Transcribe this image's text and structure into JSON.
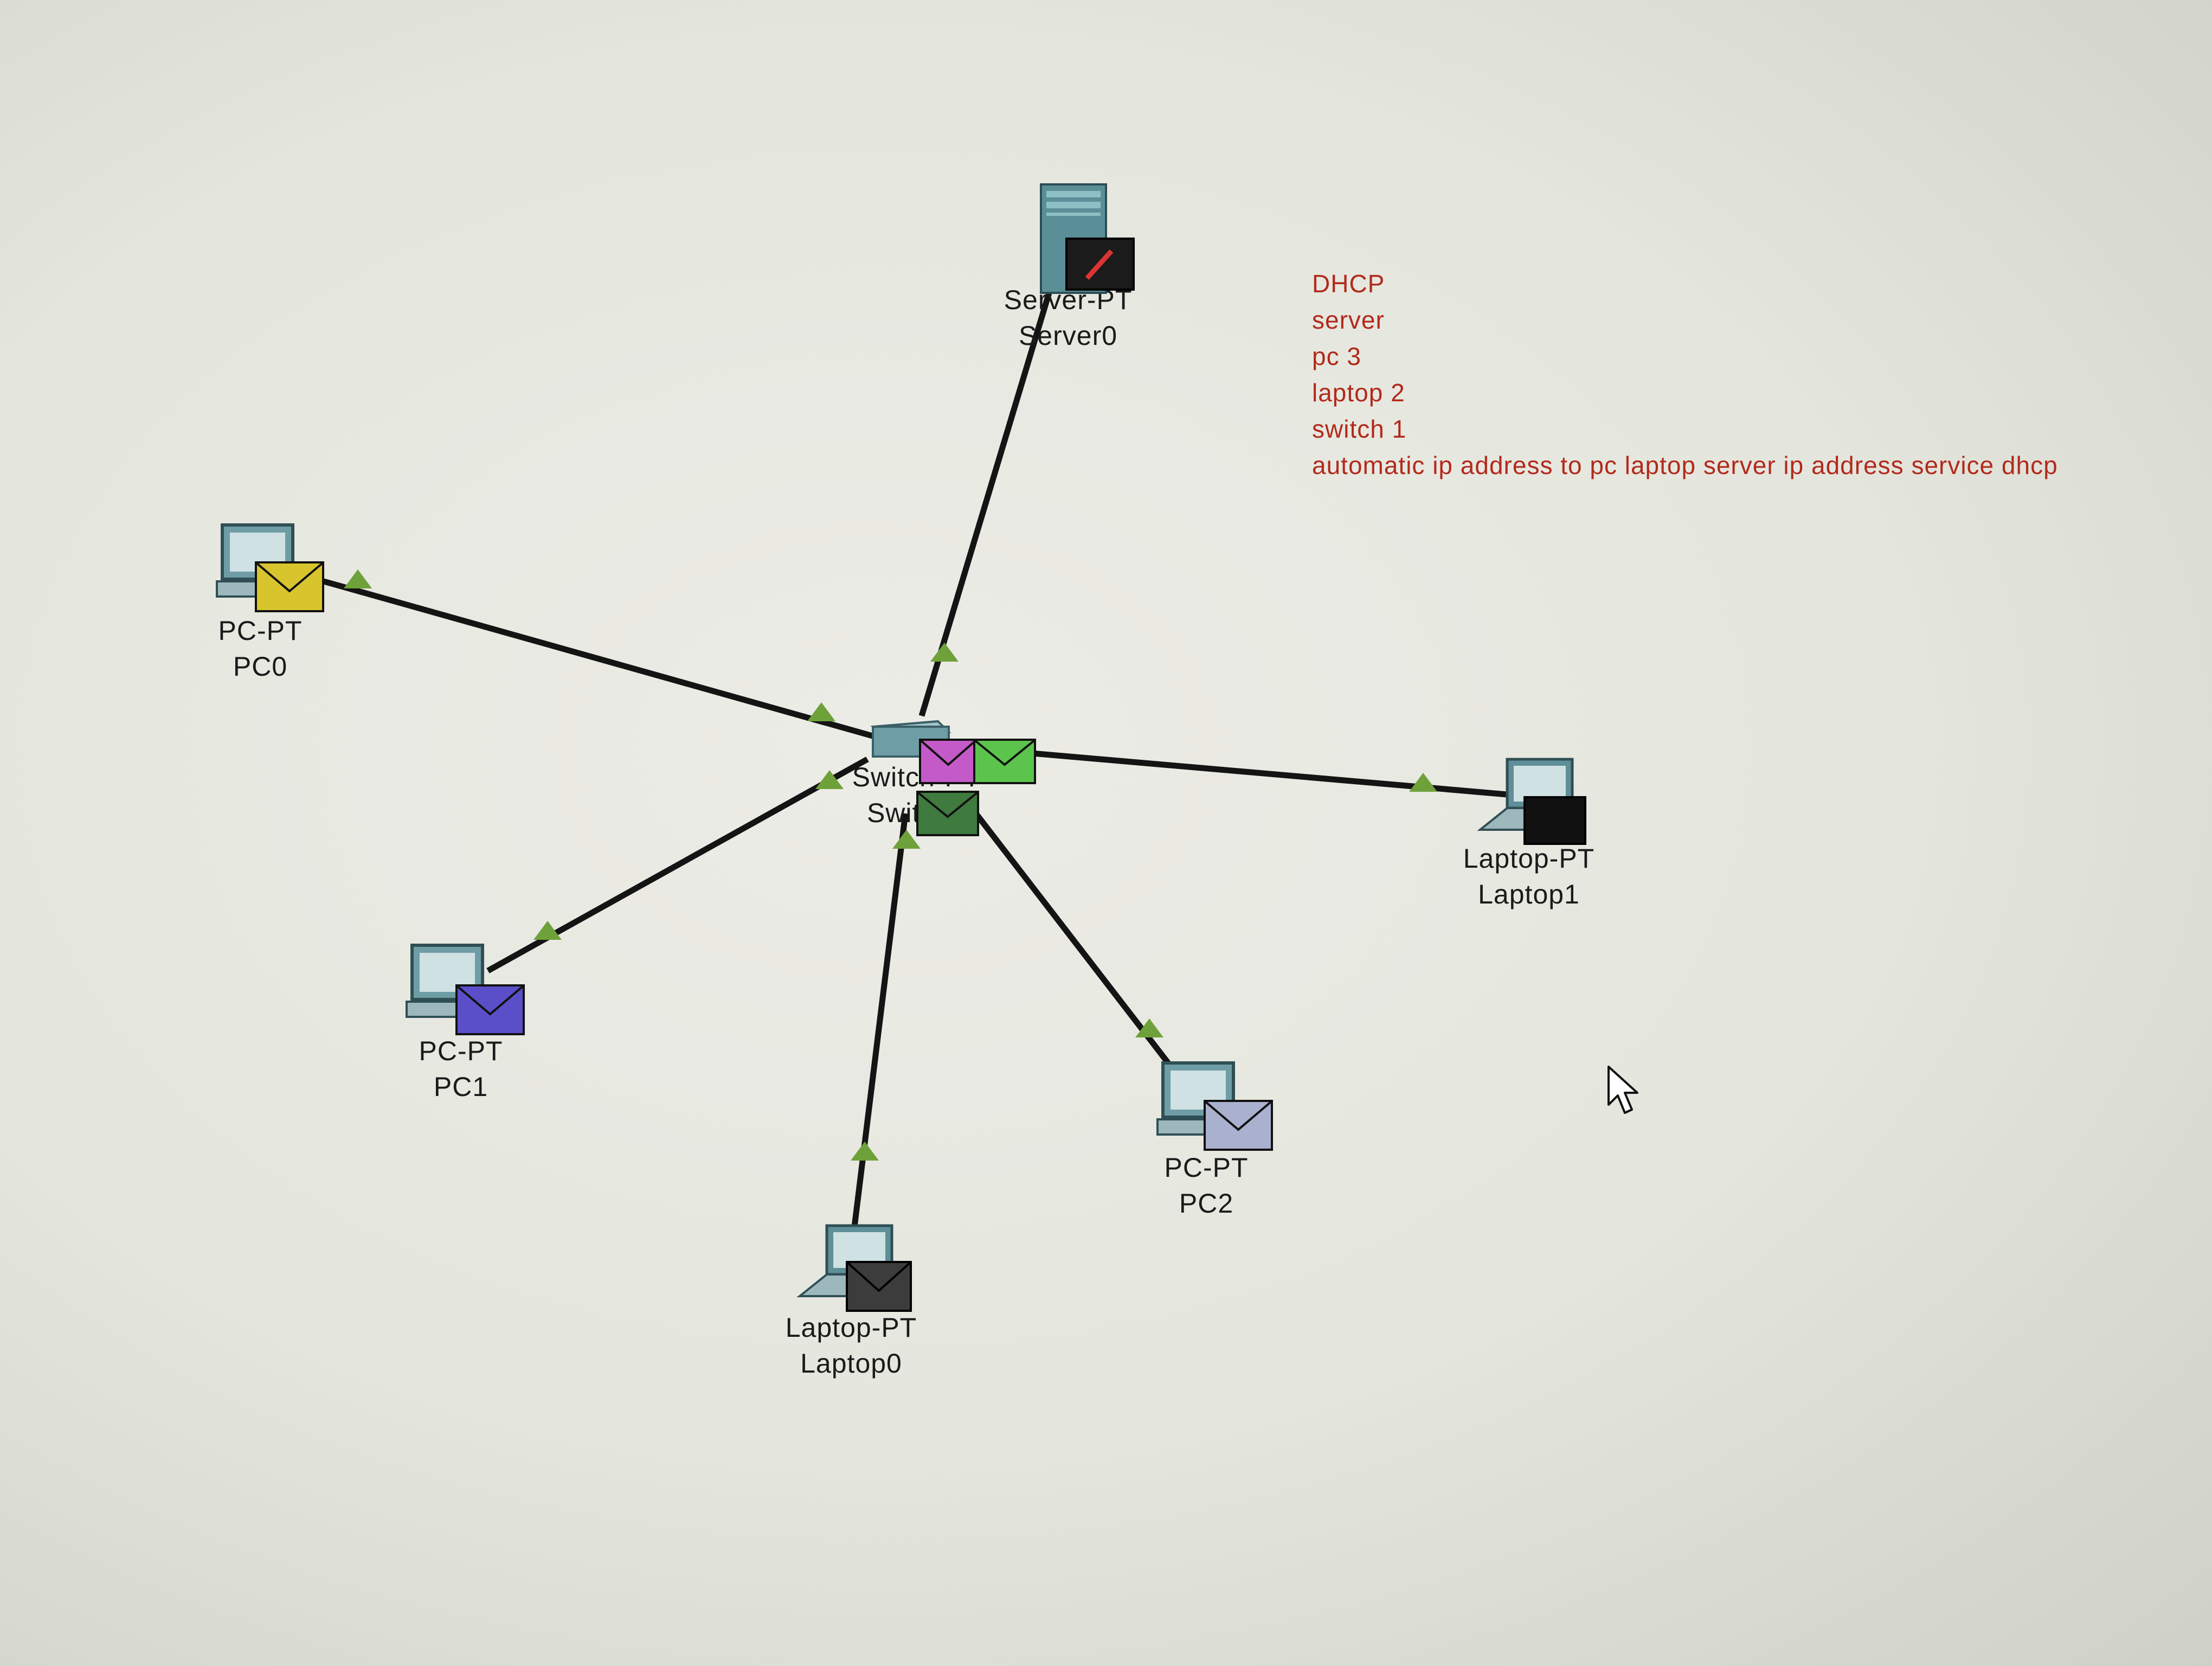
{
  "devices": [
    {
      "id": "server0",
      "model": "Server-PT",
      "name": "Server0",
      "icon": "server-icon",
      "pdu_color": "#1b1b1b"
    },
    {
      "id": "pc0",
      "model": "PC-PT",
      "name": "PC0",
      "icon": "pc-icon",
      "pdu_color": "#d8c52e"
    },
    {
      "id": "switch0",
      "model": "Switch-PT",
      "name": "Switch0",
      "icon": "switch-icon",
      "pdu_color": "#c45ac8"
    },
    {
      "id": "laptop1",
      "model": "Laptop-PT",
      "name": "Laptop1",
      "icon": "laptop-icon",
      "pdu_color": "#111111"
    },
    {
      "id": "pc1",
      "model": "PC-PT",
      "name": "PC1",
      "icon": "pc-icon",
      "pdu_color": "#5a4fc8"
    },
    {
      "id": "pc2",
      "model": "PC-PT",
      "name": "PC2",
      "icon": "pc-icon",
      "pdu_color": "#aab1cf"
    },
    {
      "id": "laptop0",
      "model": "Laptop-PT",
      "name": "Laptop0",
      "icon": "laptop-icon",
      "pdu_color": "#3c3c3c"
    }
  ],
  "switch_extra_pdus": [
    "#5cc44c",
    "#3f7a3f"
  ],
  "link_indicator_color": "#6fa13a",
  "note": {
    "color": "#b22a1c",
    "lines": [
      "DHCP",
      "server",
      "pc 3",
      "laptop 2",
      "switch 1",
      "automatic ip address to pc laptop server ip address service dhcp"
    ]
  },
  "cursor_icon": "mouse-pointer-icon"
}
